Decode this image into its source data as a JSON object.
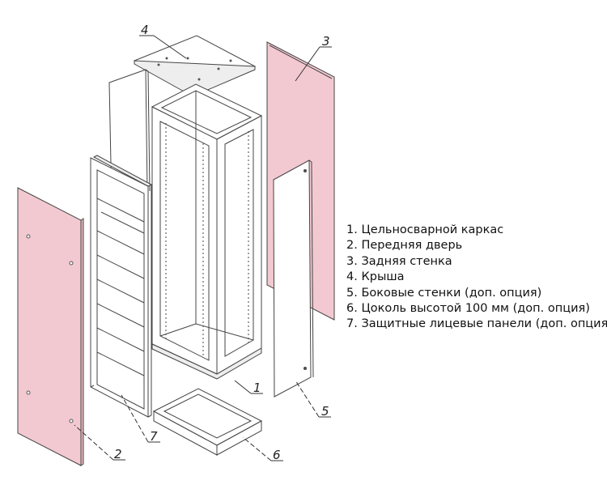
{
  "colors": {
    "panel_pink": "#f3c9d1",
    "line": "#444444",
    "highlight": "#f2c4cf"
  },
  "callouts": {
    "c1": "1",
    "c2": "2",
    "c3": "3",
    "c4": "4",
    "c5": "5",
    "c6": "6",
    "c7": "7"
  },
  "legend": [
    {
      "num": "1.",
      "text": "Цельносварной каркас"
    },
    {
      "num": "2.",
      "text": "Передняя дверь"
    },
    {
      "num": "3.",
      "text": "Задняя стенка"
    },
    {
      "num": "4.",
      "text": "Крыша"
    },
    {
      "num": "5.",
      "text": "Боковые стенки (доп. опция)",
      "highlighted": true
    },
    {
      "num": "6.",
      "text": "Цоколь высотой 100 мм (доп. опция)"
    },
    {
      "num": "7.",
      "text": "Защитные лицевые панели (доп. опция)"
    }
  ]
}
